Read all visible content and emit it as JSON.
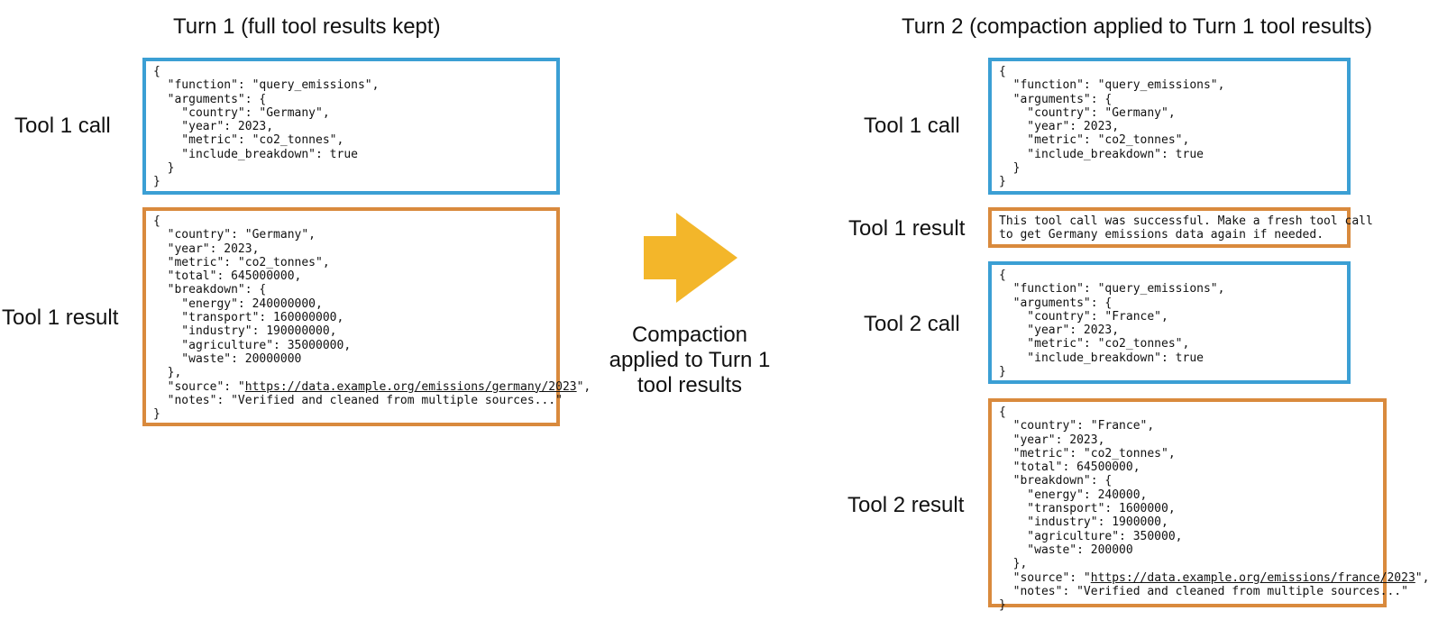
{
  "left": {
    "title": "Turn 1 (full tool results kept)",
    "tool1_call_label": "Tool 1 call",
    "tool1_result_label": "Tool 1 result",
    "tool1_call_code": "{\n  \"function\": \"query_emissions\",\n  \"arguments\": {\n    \"country\": \"Germany\",\n    \"year\": 2023,\n    \"metric\": \"co2_tonnes\",\n    \"include_breakdown\": true\n  }\n}",
    "tool1_result_head": "{\n  \"country\": \"Germany\",\n  \"year\": 2023,\n  \"metric\": \"co2_tonnes\",\n  \"total\": 645000000,\n  \"breakdown\": {\n    \"energy\": 240000000,\n    \"transport\": 160000000,\n    \"industry\": 190000000,\n    \"agriculture\": 35000000,\n    \"waste\": 20000000\n  },\n  \"source\": \"",
    "tool1_result_url": "https://data.example.org/emissions/germany/2023",
    "tool1_result_tail": "\",\n  \"notes\": \"Verified and cleaned from multiple sources...\"\n}"
  },
  "center": {
    "caption_lines": [
      "Compaction",
      "applied to Turn 1",
      "tool results"
    ]
  },
  "right": {
    "title": "Turn 2 (compaction applied to Turn 1 tool results)",
    "tool1_call_label": "Tool 1 call",
    "tool1_result_label": "Tool 1 result",
    "tool2_call_label": "Tool 2 call",
    "tool2_result_label": "Tool 2 result",
    "tool1_call_code": "{\n  \"function\": \"query_emissions\",\n  \"arguments\": {\n    \"country\": \"Germany\",\n    \"year\": 2023,\n    \"metric\": \"co2_tonnes\",\n    \"include_breakdown\": true\n  }\n}",
    "tool1_result_compacted": "This tool call was successful. Make a fresh tool call\nto get Germany emissions data again if needed.",
    "tool2_call_code": "{\n  \"function\": \"query_emissions\",\n  \"arguments\": {\n    \"country\": \"France\",\n    \"year\": 2023,\n    \"metric\": \"co2_tonnes\",\n    \"include_breakdown\": true\n}",
    "tool2_result_head": "{\n  \"country\": \"France\",\n  \"year\": 2023,\n  \"metric\": \"co2_tonnes\",\n  \"total\": 64500000,\n  \"breakdown\": {\n    \"energy\": 240000,\n    \"transport\": 1600000,\n    \"industry\": 1900000,\n    \"agriculture\": 350000,\n    \"waste\": 200000\n  },\n  \"source\": \"",
    "tool2_result_url": "https://data.example.org/emissions/france/2023",
    "tool2_result_tail": "\",\n  \"notes\": \"Verified and cleaned from multiple sources...\"\n}"
  },
  "colors": {
    "call_border": "#3b9fd4",
    "result_border": "#d98a3d",
    "arrow": "#f3b62a"
  }
}
